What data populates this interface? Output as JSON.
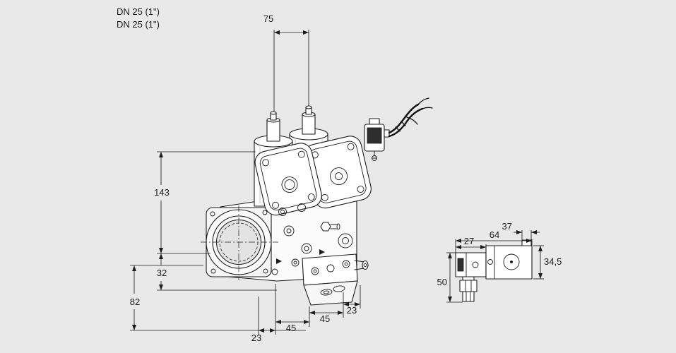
{
  "canvas": {
    "background": "#e9e9e9",
    "line_color": "#1c1c1c"
  },
  "labels": {
    "dn_line1": "DN 25 (1\")",
    "dn_line2": "DN 25 (1\")"
  },
  "dims": {
    "solenoid_spacing": "75",
    "body_height": "143",
    "flange_offset": "32",
    "lower_height": "82",
    "bottom_edge_left": "23",
    "bottom_span_left": "45",
    "bottom_span_right": "45",
    "bottom_edge_right": "23",
    "side_stub_width": "37",
    "side_coil_width": "27",
    "side_total_width": "64",
    "side_body_height": "34,5",
    "side_total_height": "50"
  }
}
